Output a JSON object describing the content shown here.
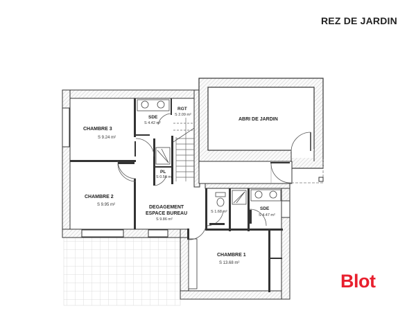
{
  "header": {
    "title": "REZ DE JARDIN"
  },
  "brand": {
    "logo_text": "Blot",
    "color": "#e8202e"
  },
  "rooms": [
    {
      "id": "chambre3",
      "name": "CHAMBRE 3",
      "area": "S 9.24 m²"
    },
    {
      "id": "sde1",
      "name": "SDE",
      "area": "S 4.42 m²"
    },
    {
      "id": "rgt",
      "name": "RGT",
      "area": "S 2.09 m²"
    },
    {
      "id": "pl",
      "name": "PL",
      "area": "S 0.56 m²"
    },
    {
      "id": "chambre2",
      "name": "CHAMBRE 2",
      "area": "S 9.95 m²"
    },
    {
      "id": "degagement",
      "name": "DEGAGEMENT",
      "name2": "ESPACE BUREAU",
      "area": "S 9.86 m²"
    },
    {
      "id": "wc",
      "name": "",
      "area": "S 1.68 m²"
    },
    {
      "id": "sde2",
      "name": "SDE",
      "area": "S 4.47 m²"
    },
    {
      "id": "chambre1",
      "name": "CHAMBRE 1",
      "area": "S 13.68 m²"
    },
    {
      "id": "abri",
      "name": "ABRI DE JARDIN",
      "area": ""
    }
  ]
}
